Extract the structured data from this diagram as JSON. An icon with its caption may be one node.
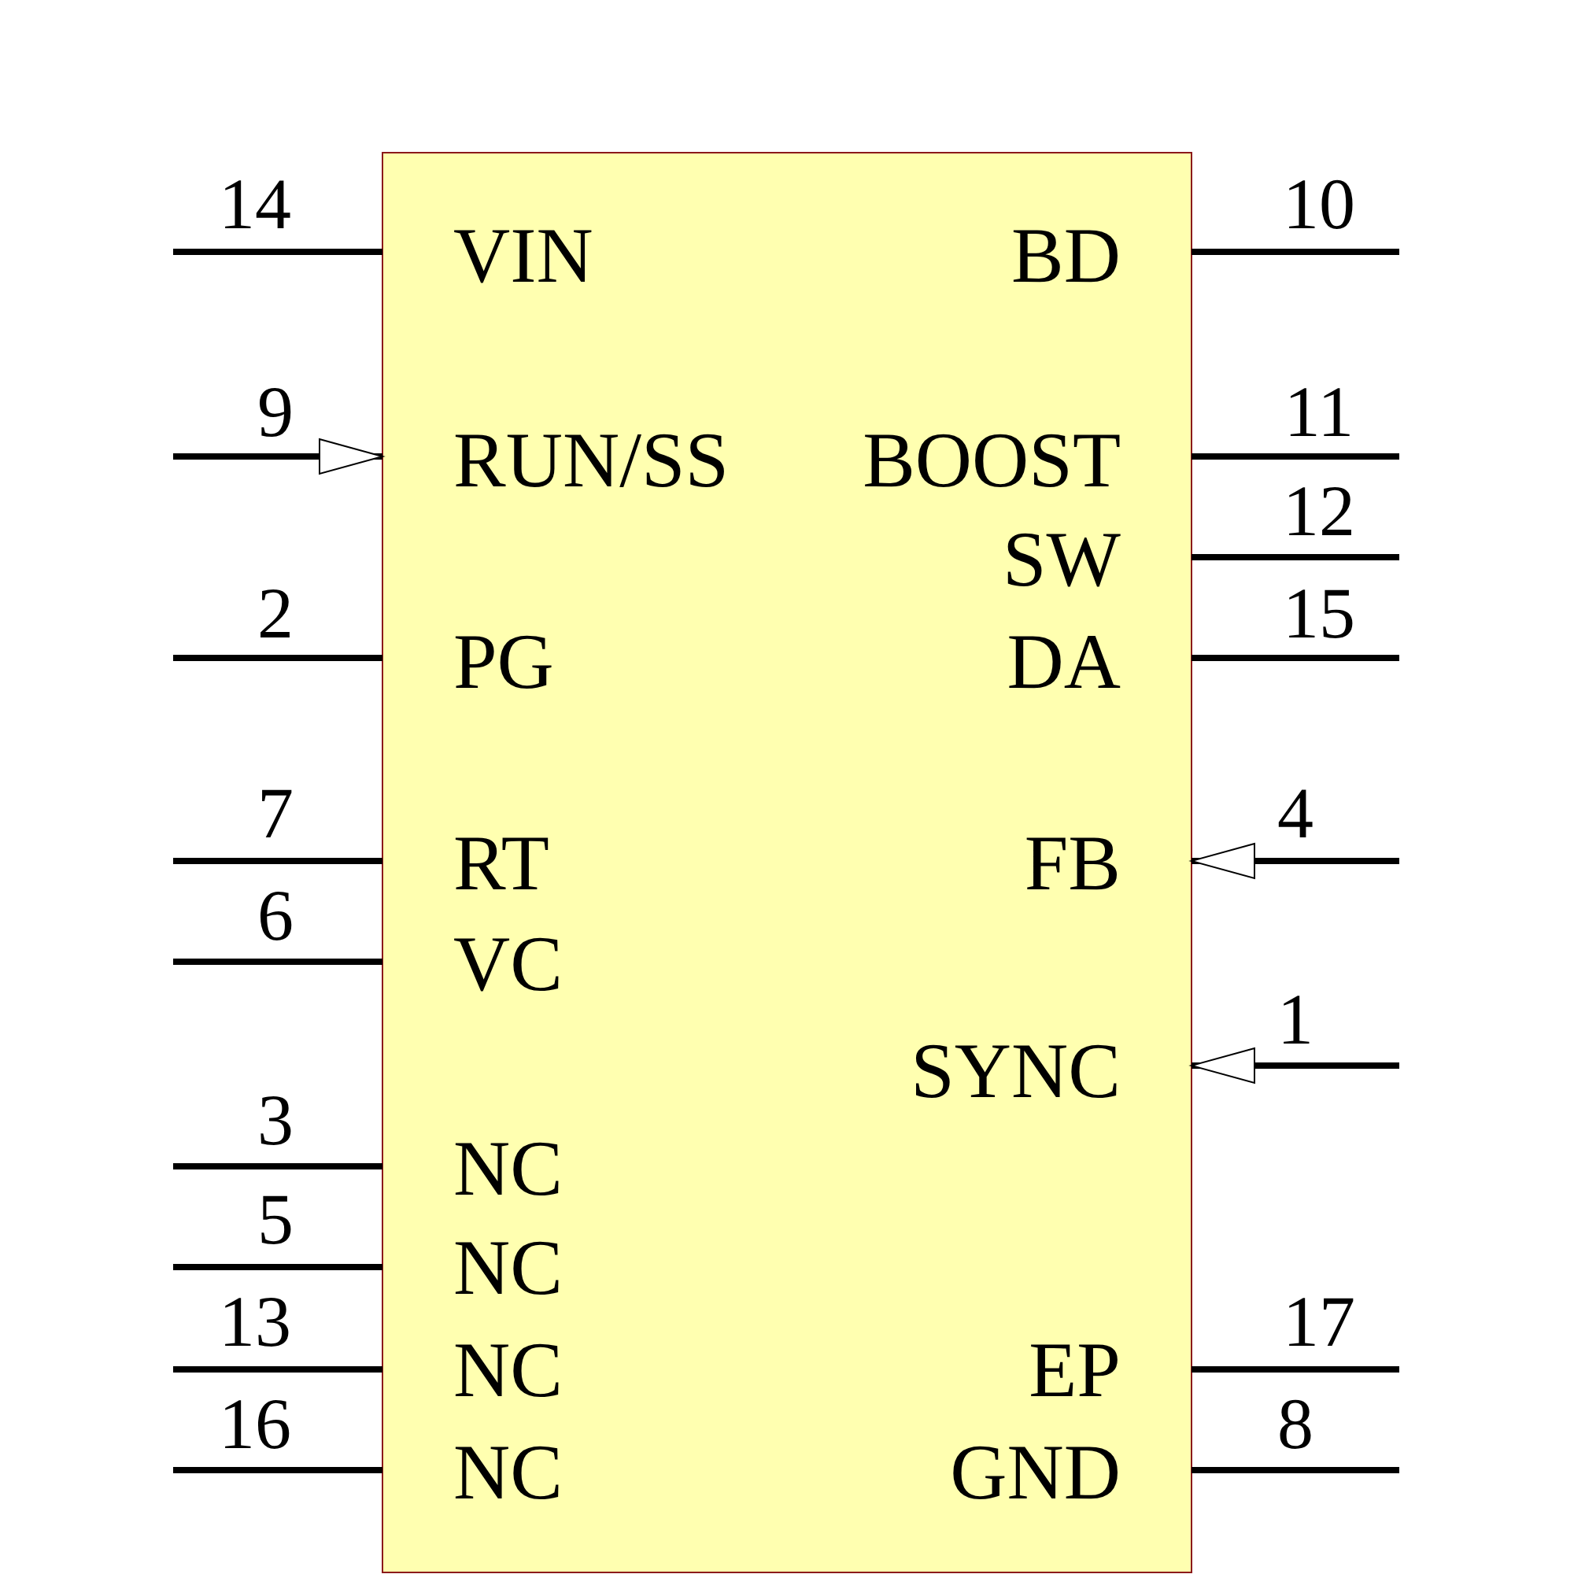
{
  "diagram": {
    "labels": [
      "14",
      "10",
      "VIN",
      "BD",
      "9",
      "11",
      "RUN/SS",
      "BOOST",
      "12",
      "SW",
      "2",
      "15",
      "PG",
      "DA",
      "7",
      "4",
      "RT",
      "FB",
      "6",
      "VC",
      "1",
      "SYNC",
      "3",
      "NC",
      "5",
      "NC",
      "13",
      "17",
      "NC",
      "EP",
      "16",
      "8",
      "NC",
      "GND"
    ]
  }
}
